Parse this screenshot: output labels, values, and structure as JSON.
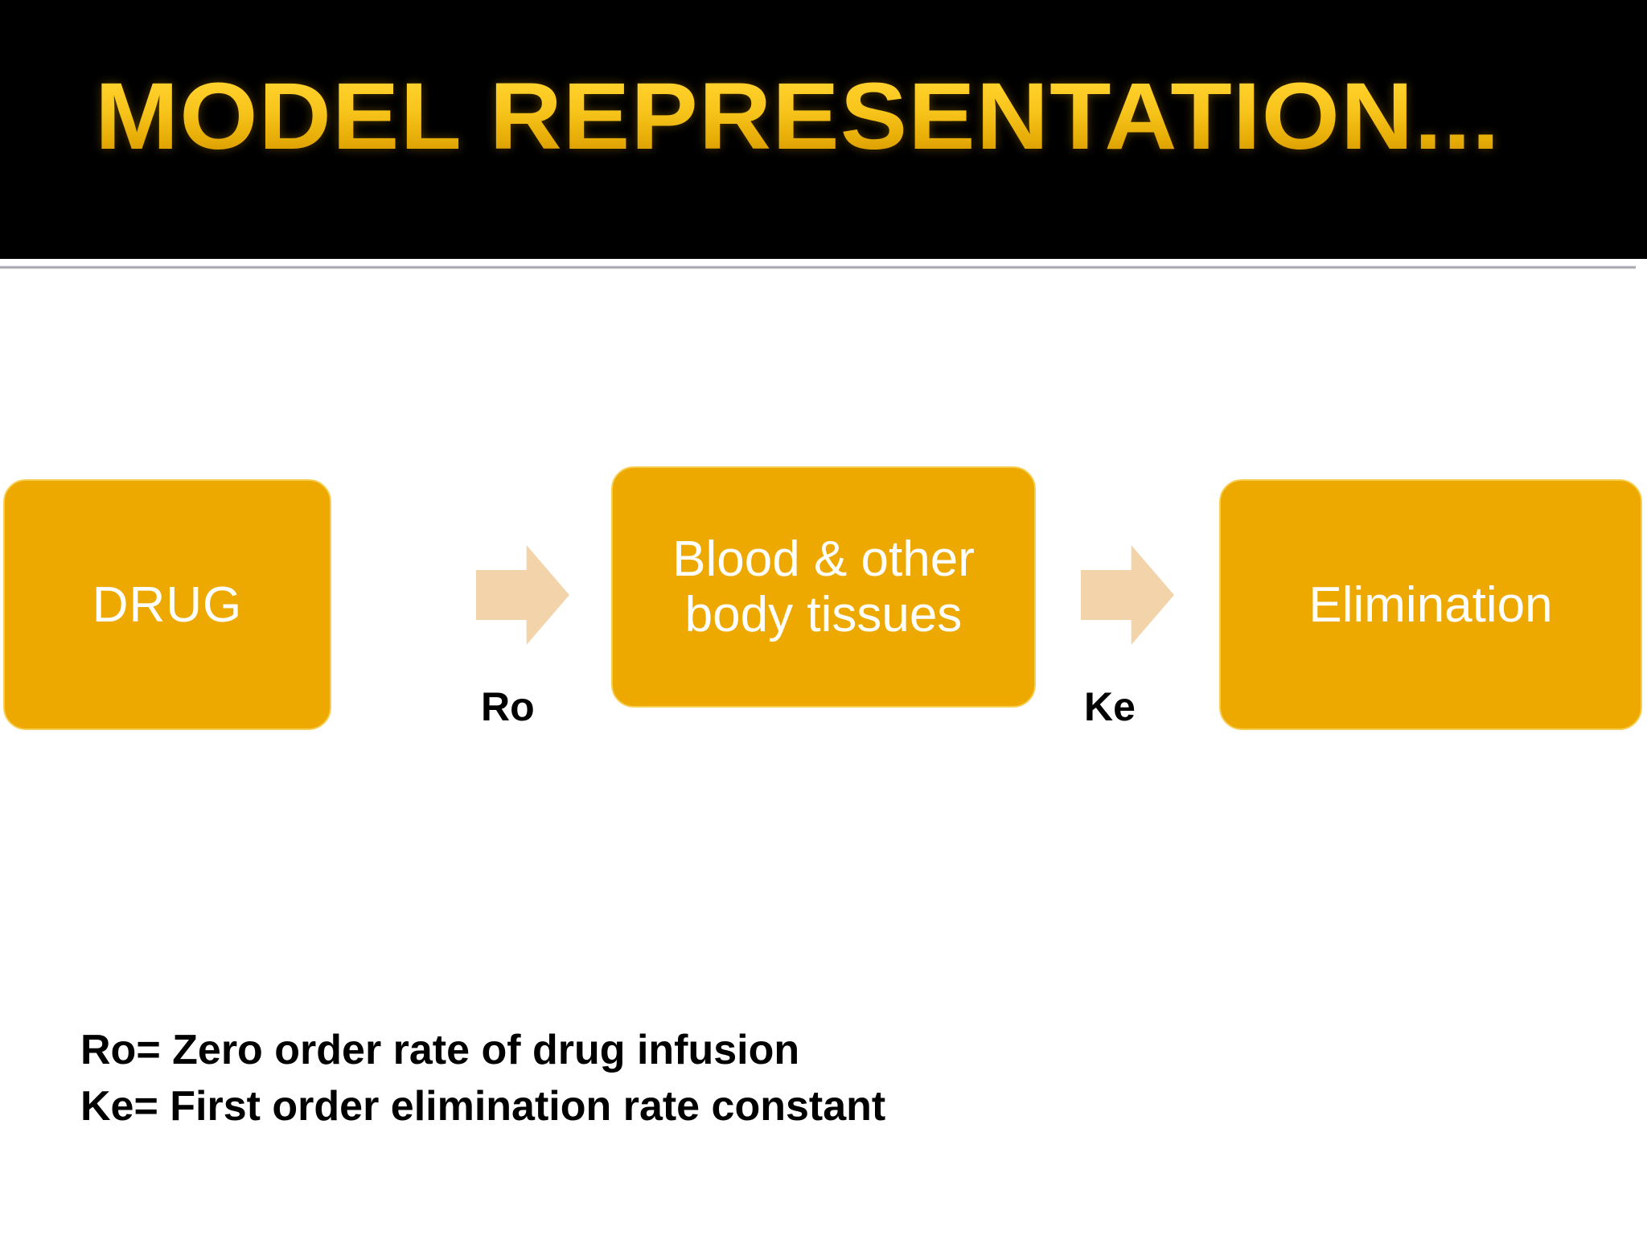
{
  "slide": {
    "title": "MODEL REPRESENTATION...",
    "background_color": "#ffffff",
    "banner_color": "#000000",
    "title_color": "#f5c518"
  },
  "diagram": {
    "type": "flow",
    "box_fill_color": "#eda900",
    "box_border_color": "#f6cf52",
    "box_text_color": "#ffffff",
    "arrow_color": "#f3d3aa",
    "boxes": [
      {
        "id": "drug",
        "label": "DRUG"
      },
      {
        "id": "blood",
        "label": "Blood & other body tissues",
        "line1": "Blood & other",
        "line2": "body tissues"
      },
      {
        "id": "elimination",
        "label": "Elimination"
      }
    ],
    "arrows": [
      {
        "id": "ro",
        "from": "drug",
        "to": "blood",
        "label": "Ro"
      },
      {
        "id": "ke",
        "from": "blood",
        "to": "elimination",
        "label": "Ke"
      }
    ]
  },
  "legend": {
    "lines": [
      "Ro= Zero order rate of drug infusion",
      "Ke= First order elimination rate constant"
    ],
    "line1": "Ro= Zero order rate of drug infusion",
    "line2": "Ke= First order elimination rate constant"
  }
}
